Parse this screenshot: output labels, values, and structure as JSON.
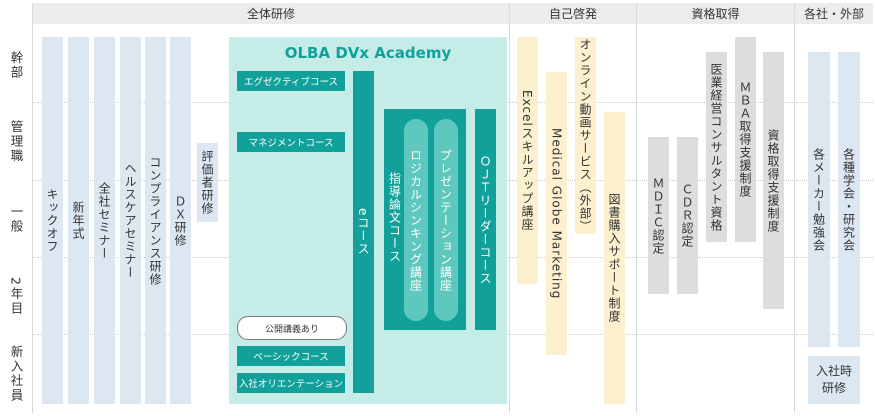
{
  "headers": [
    "全体研修",
    "自己啓発",
    "資格取得",
    "各社・外部"
  ],
  "rows": [
    "幹部",
    "管理職",
    "一般",
    "2年目",
    "新入社員"
  ],
  "company_training": {
    "columns": [
      "キックオフ",
      "新年式",
      "全社セミナー",
      "ヘルスケアセミナー",
      "コンプライアンス研修",
      "ＤＸ研修"
    ],
    "evaluator": "評価者研修"
  },
  "academy": {
    "title": "OLBA DVx Academy",
    "left_items": [
      "エグゼクティブコース",
      "マネジメントコース"
    ],
    "bubble": "公開講義あり",
    "bottom_items": [
      "ベーシックコース",
      "入社オリエンテーション"
    ],
    "e_course": "eコース",
    "shidou": "指導論文コース",
    "logical": "ロジカルシンキング講座",
    "presentation": "プレゼンテーション講座",
    "ojt": "ＯＪＴリーダーコース"
  },
  "self_dev": [
    "Excelスキルアップ講座",
    "Medical Globe Marketing",
    "オンライン動画サービス（外部）",
    "図書購入サポート制度"
  ],
  "qualification": [
    "ＭＤＩＣ認定",
    "ＣＤＲ認定",
    "医業経営コンサルタント資格",
    "ＭＢＡ取得支援制度",
    "資格取得支援制度"
  ],
  "external": {
    "maker": "各メーカー勉強会",
    "society": "各種学会・研究会",
    "new_hire": "入社時研修"
  },
  "colors": {
    "teal": "#12a19a",
    "mint_panel": "#c6ece8",
    "light_teal": "#5ec8bf",
    "blue": "#dde7f2",
    "yellow": "#fdf0cf",
    "gray": "#dddddd",
    "header_bg": "#ececec"
  }
}
